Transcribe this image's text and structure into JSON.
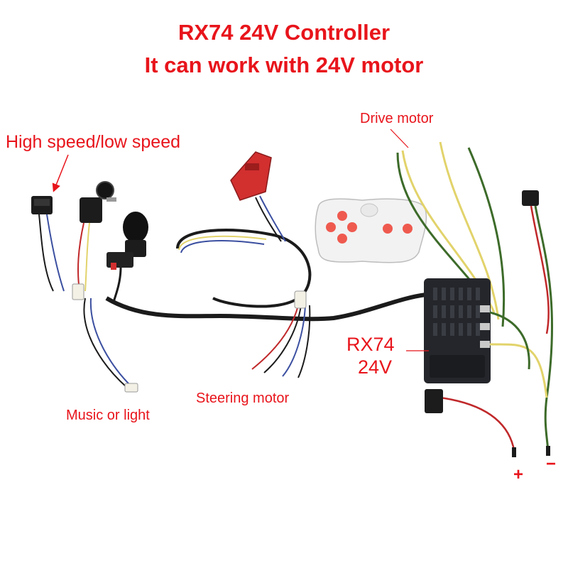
{
  "title": {
    "line1": "RX74  24V Controller",
    "line2": "It can work with 24V motor"
  },
  "labels": {
    "drive_motor": "Drive motor",
    "high_low_speed": "High speed/low speed",
    "controller_model": "RX74",
    "controller_voltage": "24V",
    "steering_motor": "Steering motor",
    "music_or_light": "Music or light",
    "positive": "+",
    "negative": "−"
  },
  "colors": {
    "label_red": "#e8141b",
    "wire_red": "#c0282a",
    "wire_yellow": "#e2d36b",
    "wire_green": "#3d6b2a",
    "wire_black": "#1b1b1b",
    "wire_blue": "#3b4fa0",
    "controller_body": "#24262b",
    "remote_button": "#ef5a4f",
    "plug_red": "#d22f2f"
  }
}
